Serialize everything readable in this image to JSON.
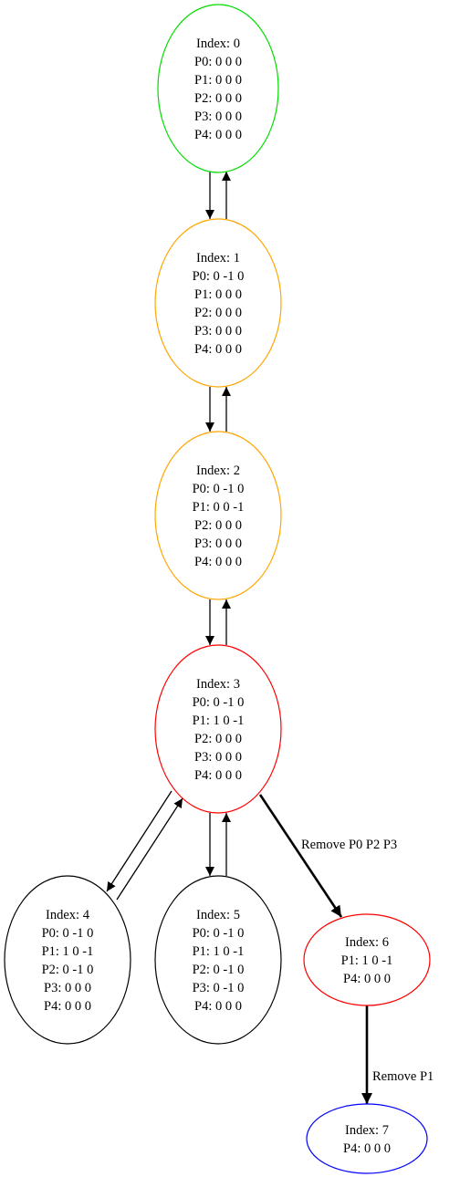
{
  "nodes": [
    {
      "id": "0",
      "color": "#00dd00",
      "lines": [
        "Index: 0",
        "P0: 0 0 0",
        "P1: 0 0 0",
        "P2: 0 0 0",
        "P3: 0 0 0",
        "P4: 0 0 0"
      ]
    },
    {
      "id": "1",
      "color": "#ffa500",
      "lines": [
        "Index: 1",
        "P0: 0 -1 0",
        "P1: 0 0 0",
        "P2: 0 0 0",
        "P3: 0 0 0",
        "P4: 0 0 0"
      ]
    },
    {
      "id": "2",
      "color": "#ffa500",
      "lines": [
        "Index: 2",
        "P0: 0 -1 0",
        "P1: 0 0 -1",
        "P2: 0 0 0",
        "P3: 0 0 0",
        "P4: 0 0 0"
      ]
    },
    {
      "id": "3",
      "color": "#ff0000",
      "lines": [
        "Index: 3",
        "P0: 0 -1 0",
        "P1: 1 0 -1",
        "P2: 0 0 0",
        "P3: 0 0 0",
        "P4: 0 0 0"
      ]
    },
    {
      "id": "4",
      "color": "#000000",
      "lines": [
        "Index: 4",
        "P0: 0 -1 0",
        "P1: 1 0 -1",
        "P2: 0 -1 0",
        "P3: 0 0 0",
        "P4: 0 0 0"
      ]
    },
    {
      "id": "5",
      "color": "#000000",
      "lines": [
        "Index: 5",
        "P0: 0 -1 0",
        "P1: 1 0 -1",
        "P2: 0 -1 0",
        "P3: 0 -1 0",
        "P4: 0 0 0"
      ]
    },
    {
      "id": "6",
      "color": "#ff0000",
      "lines": [
        "Index: 6",
        "P1: 1 0 -1",
        "P4: 0 0 0"
      ]
    },
    {
      "id": "7",
      "color": "#0000ff",
      "lines": [
        "Index: 7",
        "P4: 0 0 0"
      ]
    }
  ],
  "edges": [
    {
      "from": "0",
      "to": "1",
      "label": "",
      "bold": false
    },
    {
      "from": "1",
      "to": "0",
      "label": "",
      "bold": false
    },
    {
      "from": "1",
      "to": "2",
      "label": "",
      "bold": false
    },
    {
      "from": "2",
      "to": "1",
      "label": "",
      "bold": false
    },
    {
      "from": "2",
      "to": "3",
      "label": "",
      "bold": false
    },
    {
      "from": "3",
      "to": "2",
      "label": "",
      "bold": false
    },
    {
      "from": "3",
      "to": "4",
      "label": "",
      "bold": false
    },
    {
      "from": "4",
      "to": "3",
      "label": "",
      "bold": false
    },
    {
      "from": "3",
      "to": "5",
      "label": "",
      "bold": false
    },
    {
      "from": "5",
      "to": "3",
      "label": "",
      "bold": false
    },
    {
      "from": "3",
      "to": "6",
      "label": "Remove P0 P2 P3",
      "bold": true
    },
    {
      "from": "6",
      "to": "7",
      "label": "Remove P1",
      "bold": true
    }
  ]
}
